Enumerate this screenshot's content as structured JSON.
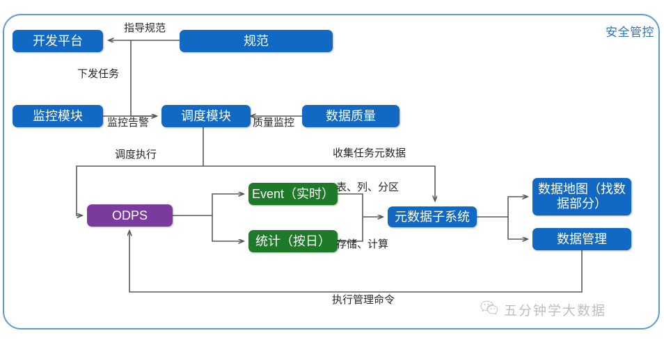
{
  "frame": {
    "label": "安全管控"
  },
  "nodes": [
    {
      "id": "dev-platform",
      "label": "开发平台",
      "color": "#1169c4"
    },
    {
      "id": "spec",
      "label": "规范",
      "color": "#1169c4"
    },
    {
      "id": "monitor",
      "label": "监控模块",
      "color": "#1169c4"
    },
    {
      "id": "scheduler",
      "label": "调度模块",
      "color": "#1169c4"
    },
    {
      "id": "data-quality",
      "label": "数据质量",
      "color": "#1169c4"
    },
    {
      "id": "odps",
      "label": "ODPS",
      "color": "#7a3a9e"
    },
    {
      "id": "event",
      "label": "Event（实时）",
      "color": "#1e7a29"
    },
    {
      "id": "stats",
      "label": "统计（按日）",
      "color": "#1e7a29"
    },
    {
      "id": "metadata",
      "label": "元数据子系统",
      "color": "#1169c4"
    },
    {
      "id": "data-map",
      "label": "数据地图（找数\n据部分）",
      "color": "#1169c4"
    },
    {
      "id": "data-mgmt",
      "label": "数据管理",
      "color": "#1169c4"
    }
  ],
  "edge_labels": [
    {
      "id": "guide-spec",
      "text": "指导规范"
    },
    {
      "id": "dispatch-task",
      "text": "下发任务"
    },
    {
      "id": "monitor-alert",
      "text": "监控告警"
    },
    {
      "id": "quality-monitor",
      "text": "质量监控"
    },
    {
      "id": "schedule-exec",
      "text": "调度执行"
    },
    {
      "id": "collect-meta",
      "text": "收集任务元数据"
    },
    {
      "id": "table-col-part",
      "text": "表、列、分区"
    },
    {
      "id": "storage-compute",
      "text": "存储、计算"
    },
    {
      "id": "exec-manage-cmd",
      "text": "执行管理命令"
    }
  ],
  "watermark": {
    "icon": "wechat-icon",
    "text": "五分钟学大数据"
  }
}
